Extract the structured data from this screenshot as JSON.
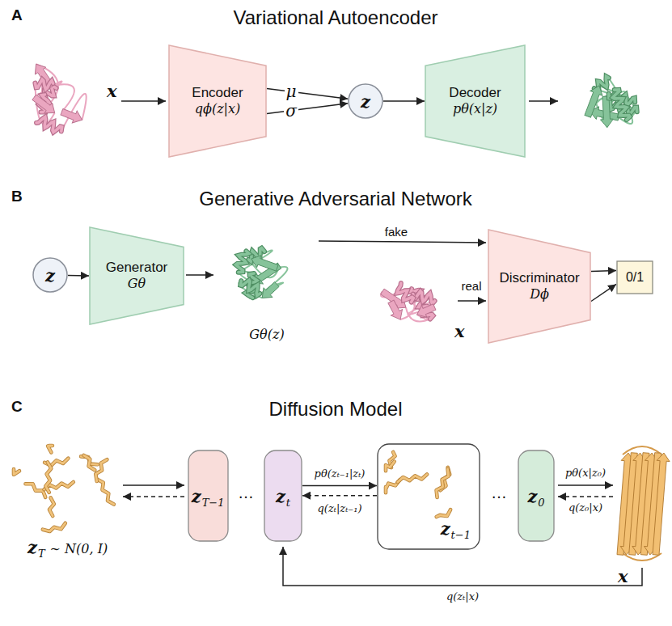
{
  "diagram": {
    "nodes": [
      {
        "text": [
          "Encoder",
          "qϕ(z|x)"
        ]
      },
      {
        "text": [
          "z"
        ]
      },
      {
        "text": [
          "Decoder",
          "pθ(x|z)"
        ]
      },
      {
        "text": [
          "z"
        ]
      },
      {
        "text": [
          "Generator",
          "Gθ"
        ]
      },
      {
        "text": [
          "Discriminator",
          "Dϕ"
        ]
      },
      {
        "text": [
          "0/1"
        ]
      },
      {
        "text": [
          "z",
          "T−1"
        ]
      },
      {
        "text": [
          "z",
          "t"
        ]
      },
      {
        "text": [
          "z",
          "t−1"
        ]
      },
      {
        "text": [
          "z",
          "0"
        ]
      }
    ],
    "edges": [
      {
        "from": 0,
        "to": 1,
        "label": "μ",
        "arrow": "to"
      },
      {
        "from": 0,
        "to": 1,
        "label": "σ",
        "arrow": "to"
      },
      {
        "from": 1,
        "to": 2,
        "arrow": "to"
      },
      {
        "from": 3,
        "to": 4,
        "arrow": "to"
      },
      {
        "from": 5,
        "to": 6,
        "arrow": "to"
      },
      {
        "from": 5,
        "to": 6,
        "arrow": "to"
      },
      {
        "from": 8,
        "to": 9,
        "label": "pθ(zₜ₋₁|zₜ)",
        "arrow": "to"
      },
      {
        "from": 9,
        "to": 8,
        "label": "q(zₜ|zₜ₋₁)",
        "arrow": "to"
      }
    ],
    "labels": [
      "A",
      "Variational Autoencoder",
      "x",
      "B",
      "Generative Adversarial Network",
      "Gθ(z)",
      "fake",
      "x",
      "real",
      "C",
      "Diffusion Model",
      "z",
      "T",
      "∼ N(0, I)",
      "…",
      "…",
      "pθ(x|z₀)",
      "q(z₀|x)",
      "x",
      "q(zₜ|x)"
    ]
  }
}
